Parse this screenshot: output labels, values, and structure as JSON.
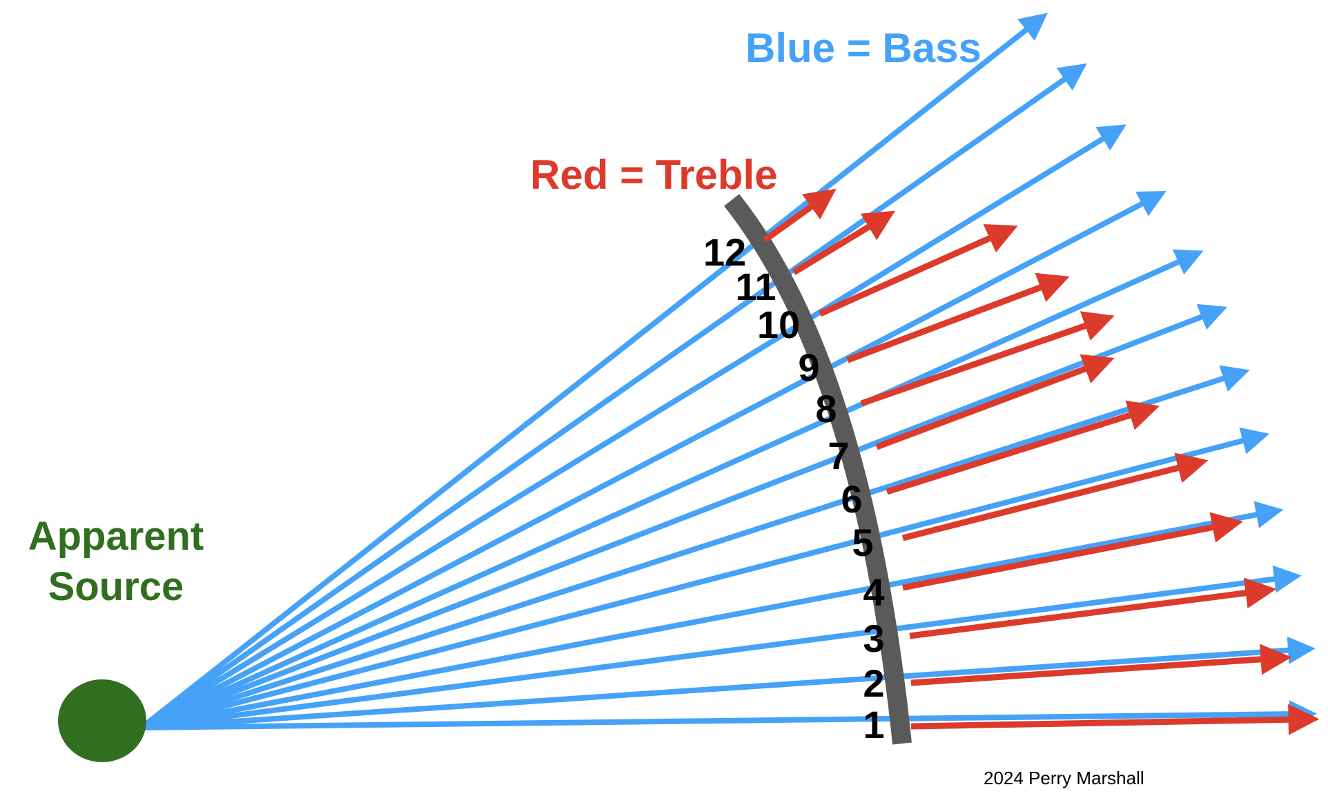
{
  "legend": {
    "bass_label": "Blue = Bass",
    "treble_label": "Red = Treble"
  },
  "source": {
    "line1": "Apparent",
    "line2": "Source"
  },
  "credit": "2024 Perry Marshall",
  "colors": {
    "bass": "#45a2f7",
    "treble": "#dc3a2b",
    "source": "#326e1f",
    "curve": "#5a5a5a",
    "text": "#000000"
  },
  "markers": [
    "1",
    "2",
    "3",
    "4",
    "5",
    "6",
    "7",
    "8",
    "9",
    "10",
    "11",
    "12"
  ]
}
